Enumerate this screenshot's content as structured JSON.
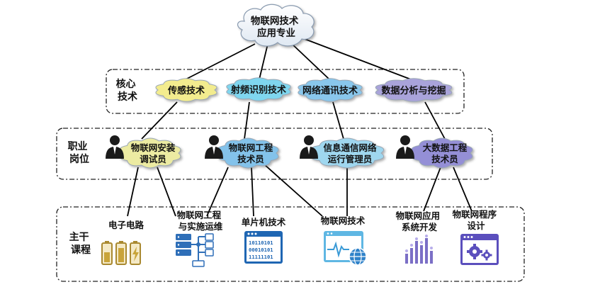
{
  "root": {
    "lines": [
      "物联网技术",
      "应用专业"
    ]
  },
  "rows": {
    "core": {
      "lines": [
        "核心",
        "技术"
      ]
    },
    "jobs": {
      "lines": [
        "职业",
        "岗位"
      ]
    },
    "courses": {
      "lines": [
        "主干",
        "课程"
      ]
    }
  },
  "core_technologies": [
    {
      "label": "传感技术",
      "color": "#f3ec8e"
    },
    {
      "label": "射频识别技术",
      "color": "#7fd6ef"
    },
    {
      "label": "网络通讯技术",
      "color": "#89c7ec"
    },
    {
      "label": "数据分析与挖掘",
      "color": "#a9a3da"
    }
  ],
  "jobs": [
    {
      "lines": [
        "物联网安装",
        "调试员"
      ],
      "color": "#eceba2",
      "icon": "worker-icon"
    },
    {
      "lines": [
        "物联网工程",
        "技术员"
      ],
      "color": "#83c2ea",
      "icon": "worker-icon"
    },
    {
      "lines": [
        "信息通信网络",
        "运行管理员"
      ],
      "color": "#9fd7ef",
      "icon": "worker-icon"
    },
    {
      "lines": [
        "大数据工程",
        "技术员"
      ],
      "color": "#948fd6",
      "icon": "worker-icon"
    }
  ],
  "courses": [
    {
      "lines": [
        "电子电路"
      ],
      "icon": "battery-icon"
    },
    {
      "lines": [
        "物联网工程",
        "与实施运维"
      ],
      "icon": "network-diagram-icon"
    },
    {
      "lines": [
        "单片机技术"
      ],
      "icon": "binary-window-icon"
    },
    {
      "lines": [
        "物联网技术"
      ],
      "icon": "globe-waveform-icon"
    },
    {
      "lines": [
        "物联网应用",
        "系统开发"
      ],
      "icon": "bar-chart-icon"
    },
    {
      "lines": [
        "物联网程序",
        "设计"
      ],
      "icon": "gear-window-icon"
    }
  ],
  "binary_text": [
    "10110101",
    "00010101",
    "11111101"
  ]
}
